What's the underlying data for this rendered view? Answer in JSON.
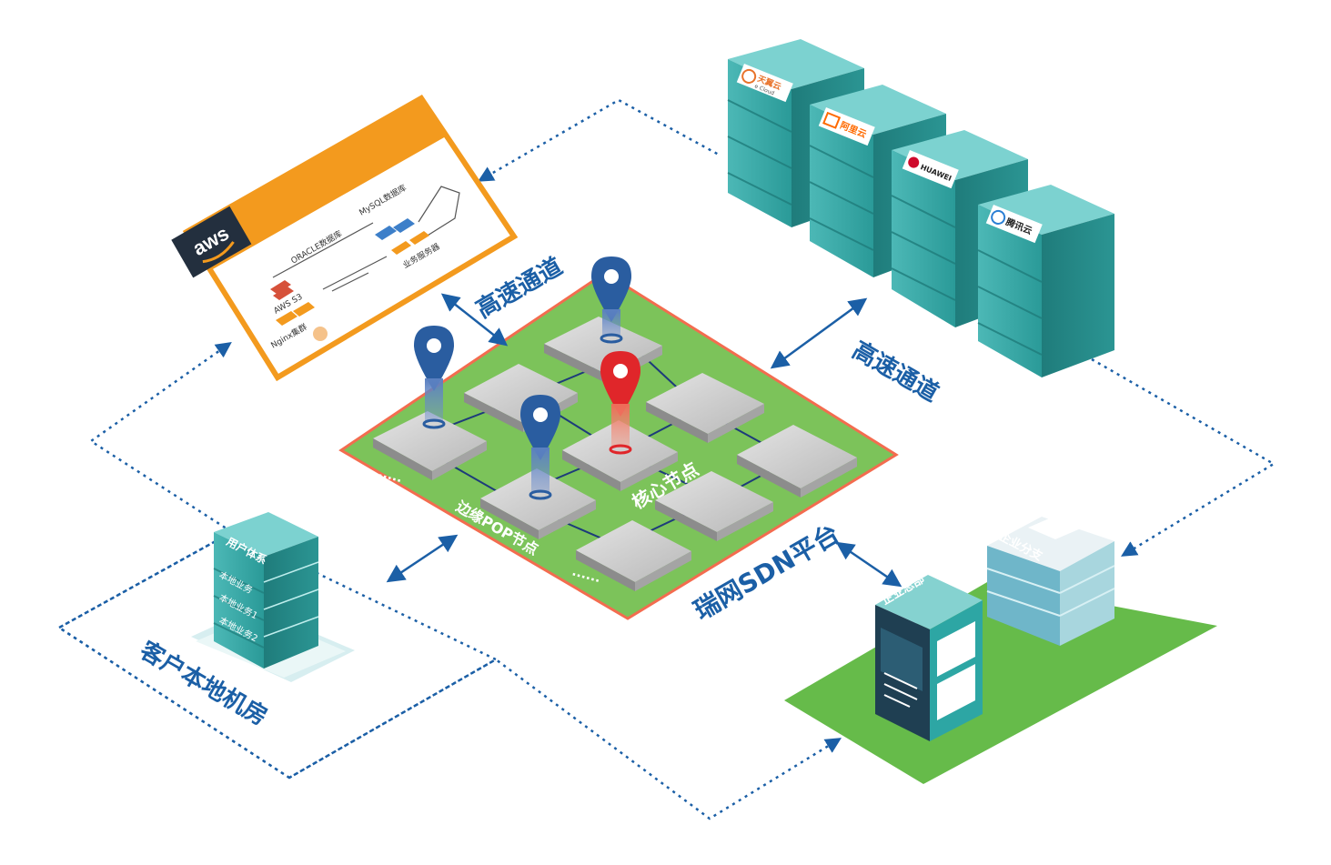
{
  "labels": {
    "channel_left": "高速通道",
    "channel_right": "高速通道",
    "core_node": "核心节点",
    "edge_pop": "边缘POP节点",
    "sdn_platform": "瑞网SDN平台",
    "local_datacenter": "客户本地机房",
    "user_system": "用户体系",
    "local_business_1": "本地业务",
    "local_business_2": "本地业务1",
    "local_business_3": "本地业务2",
    "hq": "企业总部",
    "branch": "企业分支",
    "dots_left": "......",
    "dots_bottom": "......"
  },
  "aws": {
    "logo": "aws",
    "oracle": "ORACLE数据库",
    "mysql": "MySQL数据库",
    "s3": "AWS S3",
    "nginx": "Nginx集群",
    "business_server": "业务服务器"
  },
  "clouds": {
    "tianyi": "天翼云",
    "tianyi_sub": "e Cloud",
    "aliyun": "阿里云",
    "huawei": "HUAWEI",
    "tencent": "腾讯云"
  },
  "colors": {
    "blue_text": "#1b5fa6",
    "teal": "#2fa3a3",
    "green": "#6cbf4b",
    "orange": "#f39a1e",
    "red_pin": "#e0262a",
    "blue_pin": "#2a5da0"
  }
}
